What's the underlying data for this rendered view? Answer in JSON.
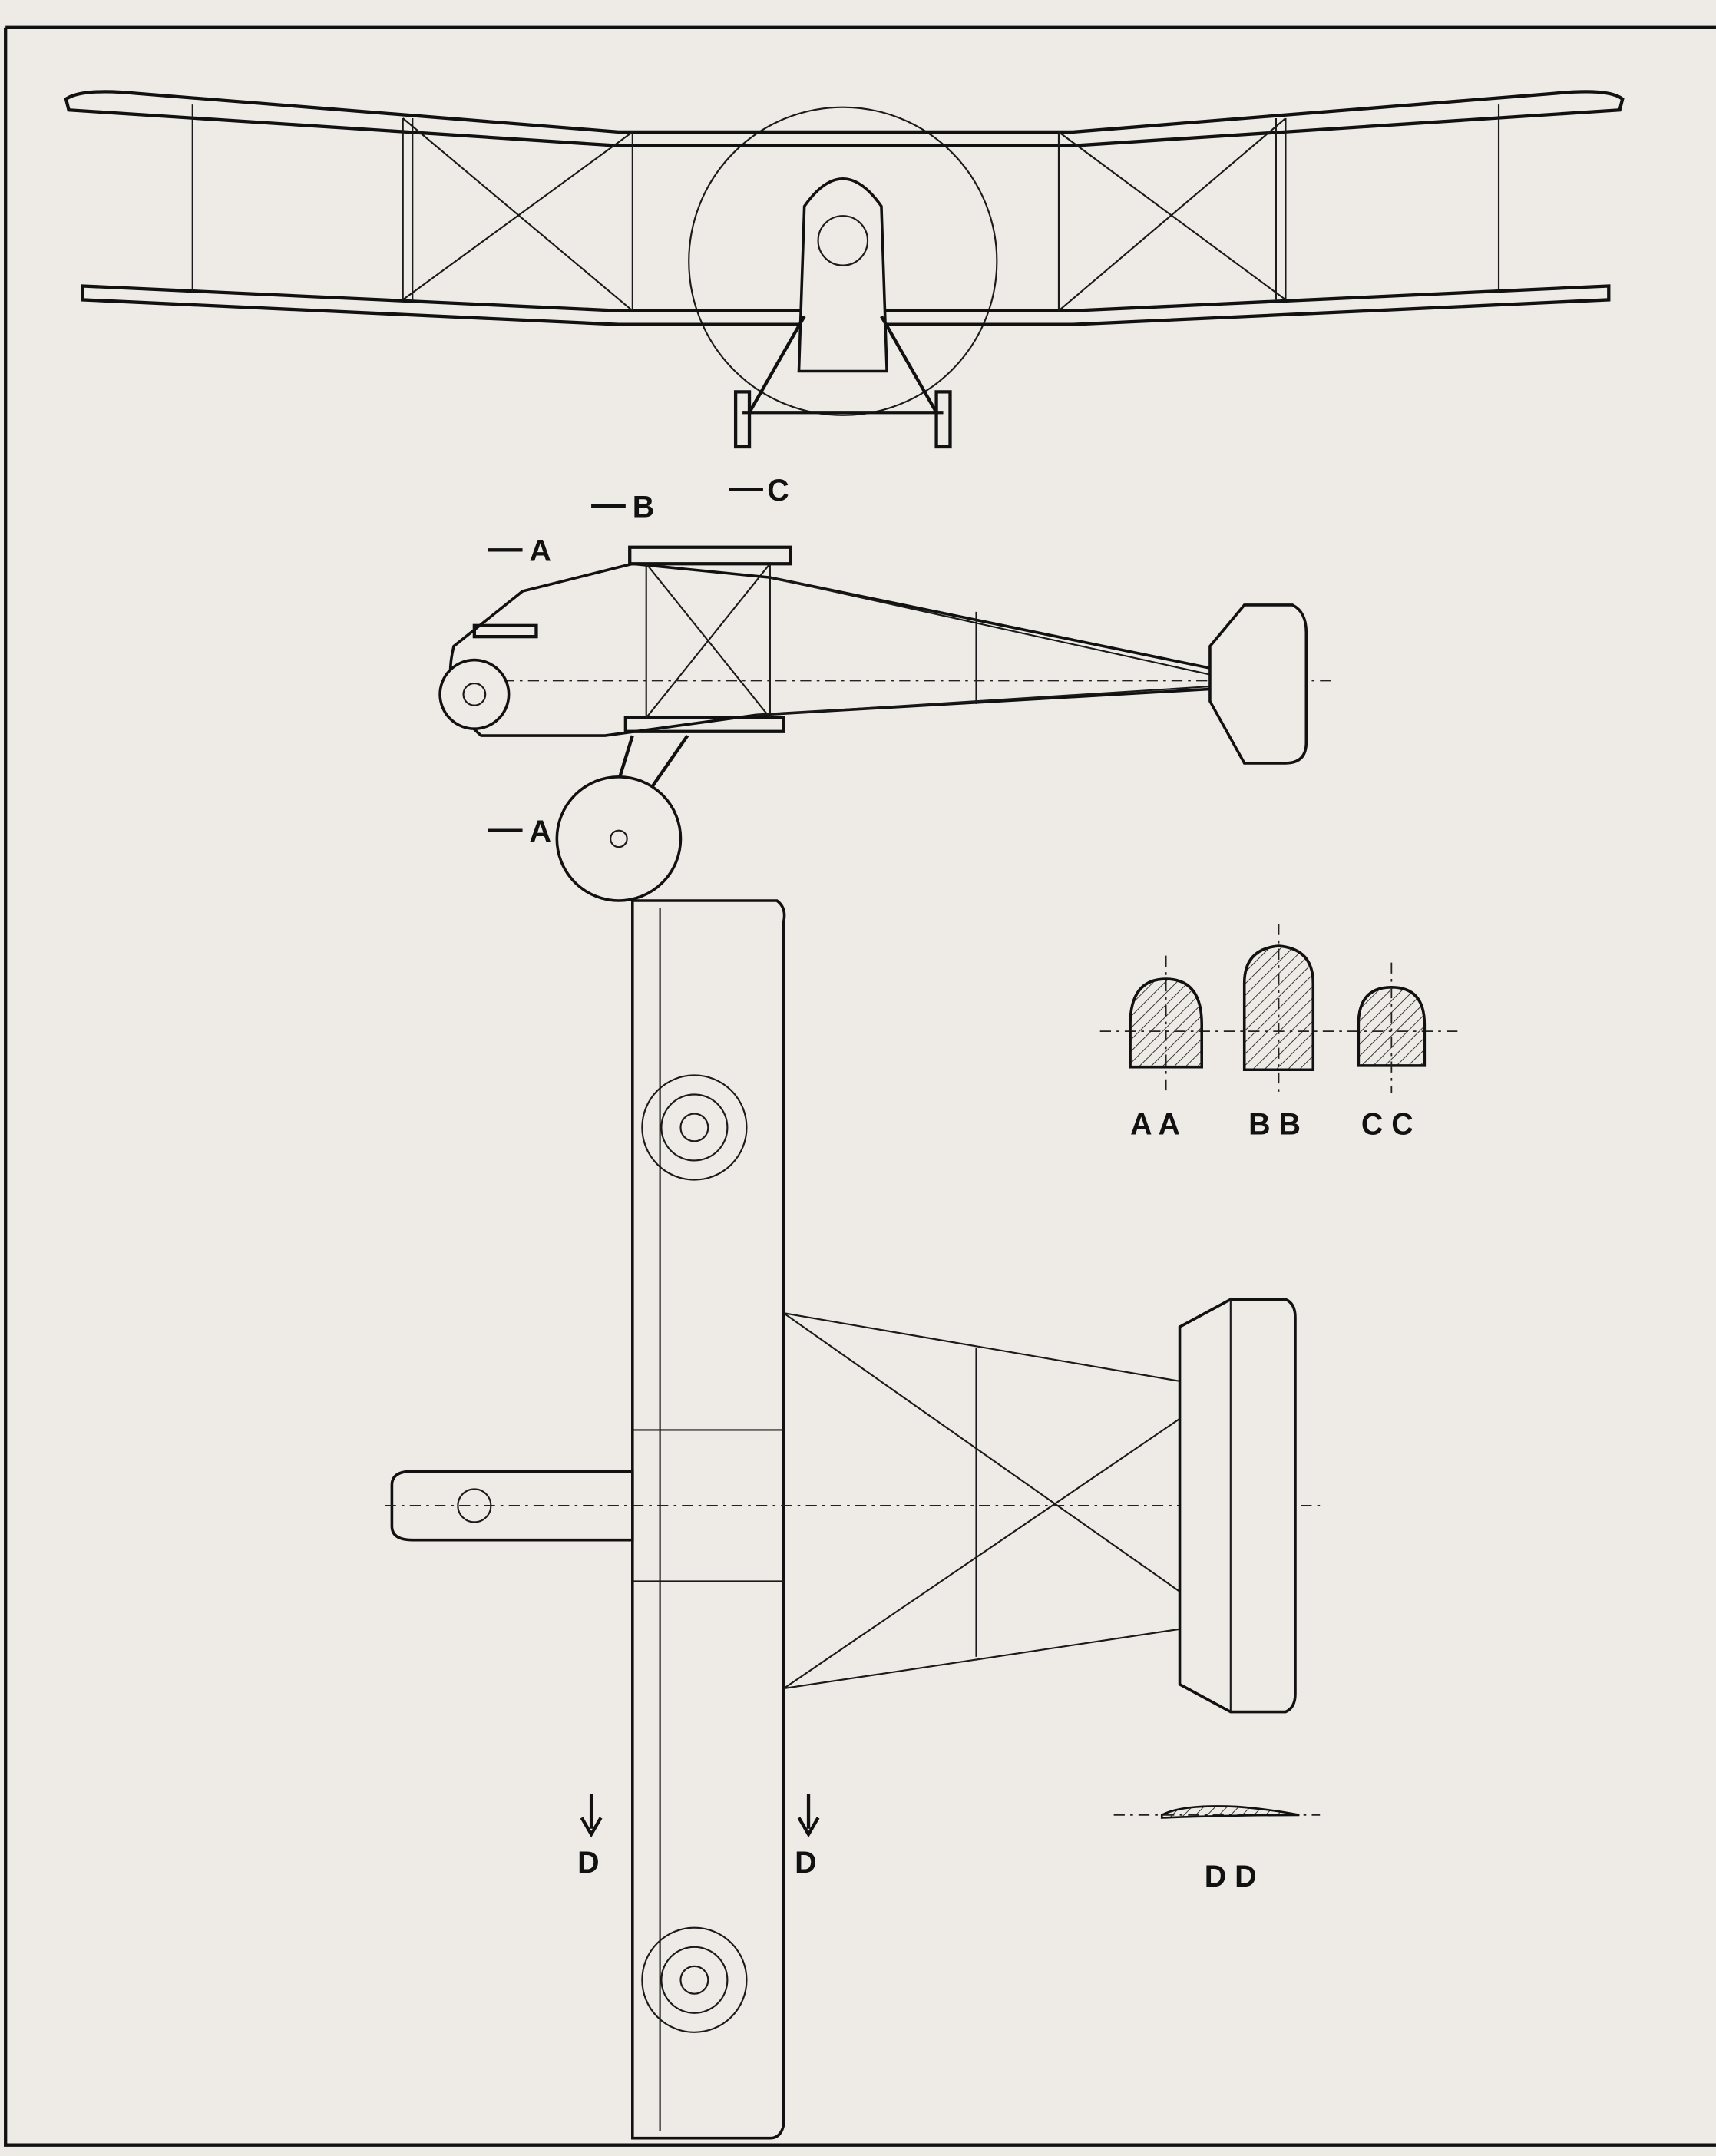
{
  "drawing": {
    "views": [
      "front-view",
      "side-view",
      "plan-view",
      "sections"
    ],
    "section_markers": {
      "a": "A",
      "b": "B",
      "c": "C",
      "d": "D"
    },
    "section_labels": {
      "aa": "A A",
      "bb": "B B",
      "cc": "C C",
      "dd": "D D"
    },
    "colors": {
      "paper": "#eeebe6",
      "ink": "#111111"
    }
  }
}
